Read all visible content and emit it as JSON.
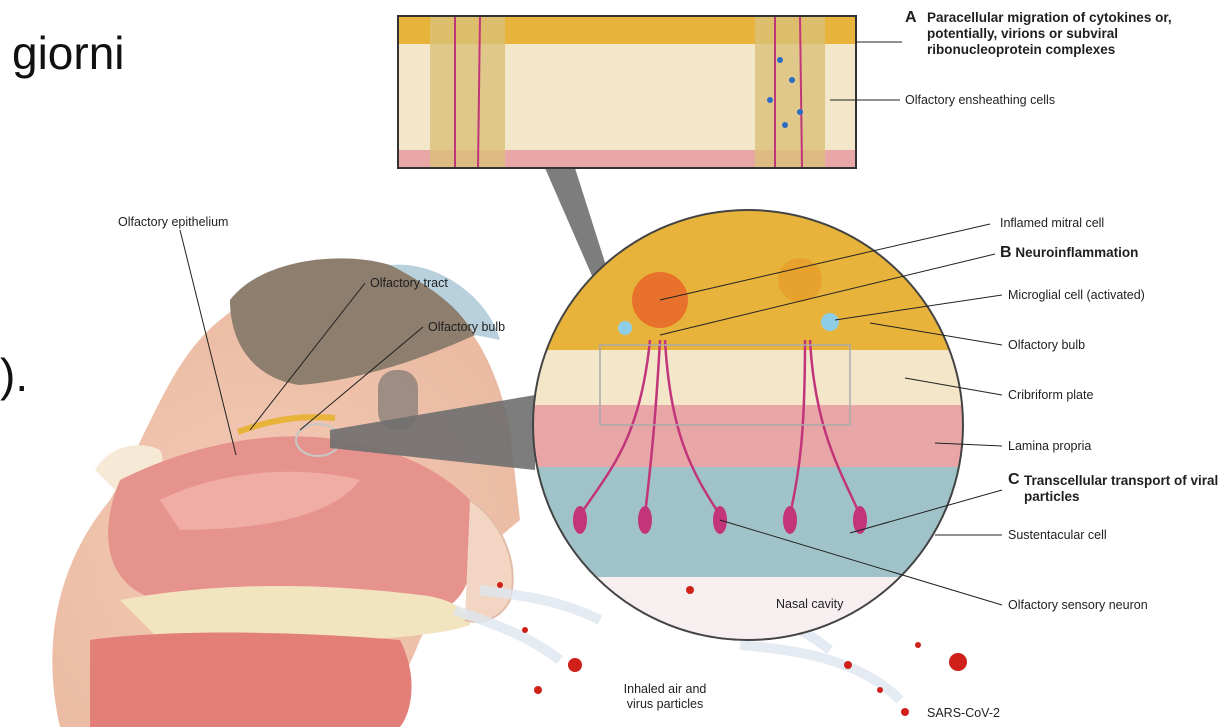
{
  "slide": {
    "word_top": "giorni",
    "fragment_mid": ")."
  },
  "labels": {
    "a_letter": "A",
    "a_text": "Paracellular migration of cytokines or, potentially, virions or subviral ribonucleoprotein complexes",
    "ensheathing": "Olfactory ensheathing cells",
    "olf_epithelium": "Olfactory epithelium",
    "olf_tract": "Olfactory tract",
    "olf_bulb_left": "Olfactory bulb",
    "inflamed_mitral": "Inflamed mitral cell",
    "b_letter": "B",
    "b_text": "Neuroinflammation",
    "microglial": "Microglial cell (activated)",
    "olf_bulb_right": "Olfactory bulb",
    "cribriform": "Cribriform plate",
    "lamina": "Lamina propria",
    "c_letter": "C",
    "c_text": "Transcellular transport of viral particles",
    "sustentacular": "Sustentacular cell",
    "nasal_cavity": "Nasal cavity",
    "osn": "Olfactory sensory neuron",
    "inhaled": "Inhaled air and virus particles",
    "sarscov2": "SARS-CoV-2"
  },
  "colors": {
    "bulb_yellow": "#e7b33a",
    "bone_beige": "#f3e6c9",
    "lamina_pink": "#e9a6a6",
    "epithelium_teal": "#9fc3c9",
    "neuron_magenta": "#c2357b",
    "virus_red": "#d0201a",
    "skin": "#f2d5c3",
    "brain_brown": "#8d7e6d"
  }
}
